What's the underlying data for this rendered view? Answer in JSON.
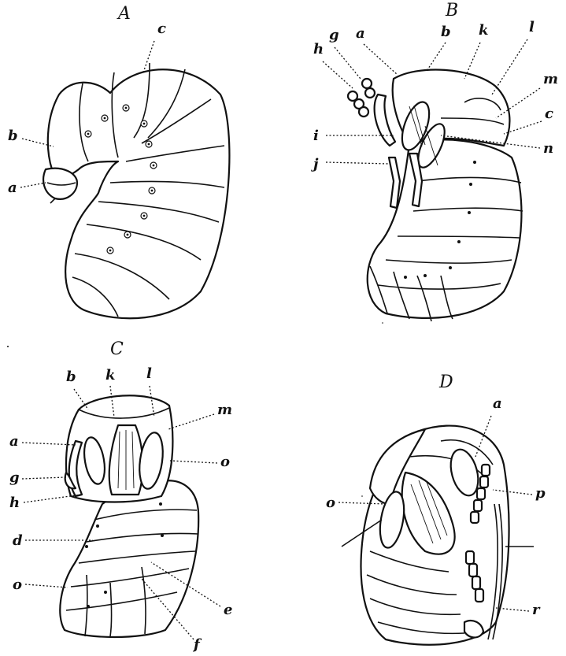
{
  "figures": [
    {
      "caption": "A",
      "labels": [
        "c",
        "b",
        "a"
      ]
    },
    {
      "caption": "B",
      "labels": [
        "g",
        "a",
        "b",
        "k",
        "l",
        "h",
        "m",
        "c",
        "i",
        "n",
        "j"
      ]
    },
    {
      "caption": "C",
      "labels": [
        "b",
        "k",
        "l",
        "m",
        "a",
        "o",
        "g",
        "h",
        "d",
        "o",
        "e",
        "f"
      ]
    },
    {
      "caption": "D",
      "labels": [
        "a",
        "p",
        "o",
        "r"
      ]
    }
  ]
}
